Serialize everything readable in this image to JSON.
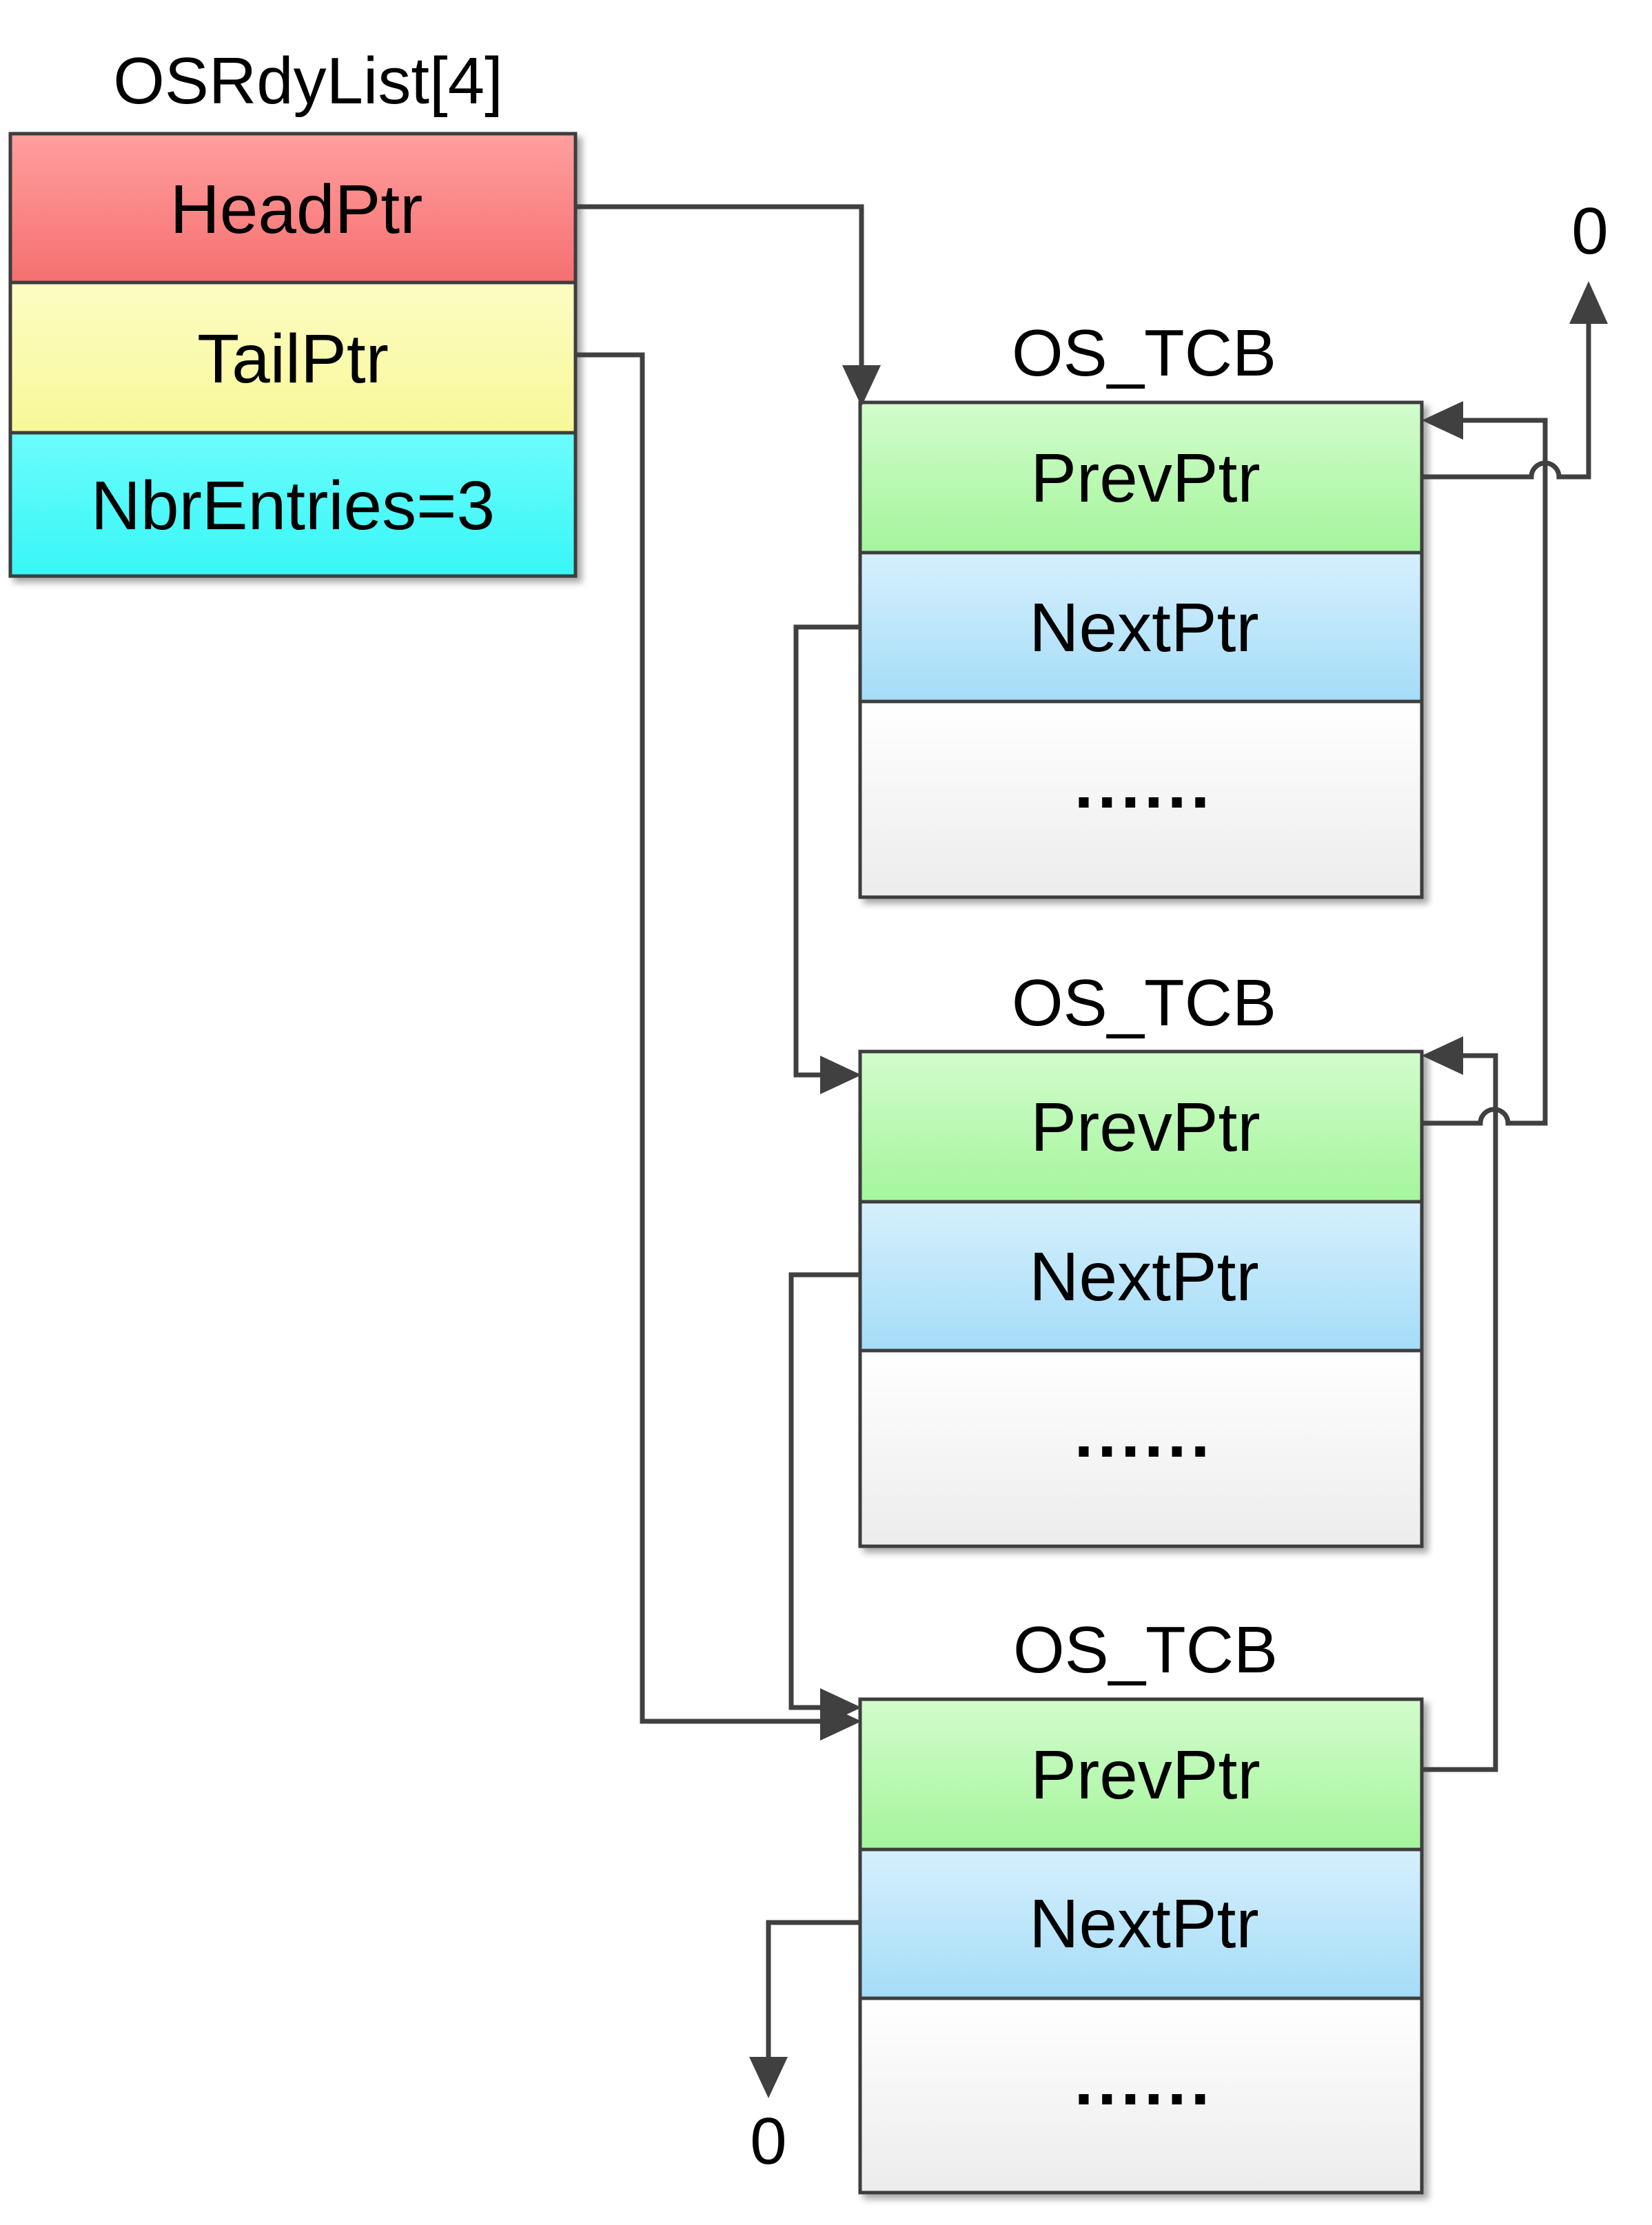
{
  "list": {
    "title": "OSRdyList[4]",
    "head_label": "HeadPtr",
    "tail_label": "TailPtr",
    "count_label": "NbrEntries=3"
  },
  "tcbs": [
    {
      "title": "OS_TCB",
      "prev_label": "PrevPtr",
      "next_label": "NextPtr",
      "more_label": "......"
    },
    {
      "title": "OS_TCB",
      "prev_label": "PrevPtr",
      "next_label": "NextPtr",
      "more_label": "......"
    },
    {
      "title": "OS_TCB",
      "prev_label": "PrevPtr",
      "next_label": "NextPtr",
      "more_label": "......"
    }
  ],
  "null_top": "0",
  "null_bottom": "0",
  "colors": {
    "head": "#f98282",
    "tail": "#fbfba8",
    "count": "#46fbfb",
    "prev": "#abf5a6",
    "next": "#aee2f8",
    "body": "#f0f0f0",
    "line": "#404040"
  }
}
